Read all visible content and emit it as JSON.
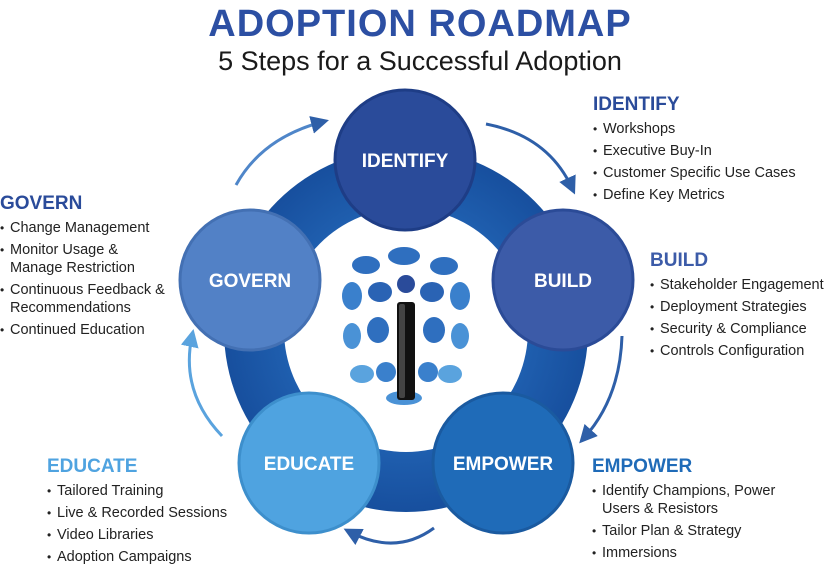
{
  "title": "ADOPTION ROADMAP",
  "subtitle": "5 Steps for a Successful Adoption",
  "colors": {
    "title": "#2c4fa3",
    "identify": "#2a4b9a",
    "build": "#3c5ba8",
    "empower": "#1f6bb8",
    "educate": "#4fa3e0",
    "govern": "#5281c6",
    "ring": "#1f5fb0",
    "arrow": "#2e5fa8",
    "logo": "#2f6fbf"
  },
  "center_logo": "stylized-i-logo",
  "steps": [
    {
      "label": "IDENTIFY",
      "heading": "IDENTIFY",
      "items": [
        "Workshops",
        "Executive Buy-In",
        "Customer Specific Use Cases",
        "Define Key Metrics"
      ]
    },
    {
      "label": "BUILD",
      "heading": "BUILD",
      "items": [
        "Stakeholder Engagement",
        "Deployment Strategies",
        "Security & Compliance",
        "Controls Configuration"
      ]
    },
    {
      "label": "EMPOWER",
      "heading": "EMPOWER",
      "items": [
        "Identify Champions, Power Users & Resistors",
        "Tailor Plan & Strategy",
        "Immersions"
      ]
    },
    {
      "label": "EDUCATE",
      "heading": "EDUCATE",
      "items": [
        "Tailored Training",
        "Live & Recorded Sessions",
        "Video Libraries",
        "Adoption Campaigns"
      ]
    },
    {
      "label": "GOVERN",
      "heading": "GOVERN",
      "items": [
        "Change Management",
        "Monitor Usage & Manage Restriction",
        "Continuous Feedback & Recommendations",
        "Continued Education"
      ]
    }
  ]
}
